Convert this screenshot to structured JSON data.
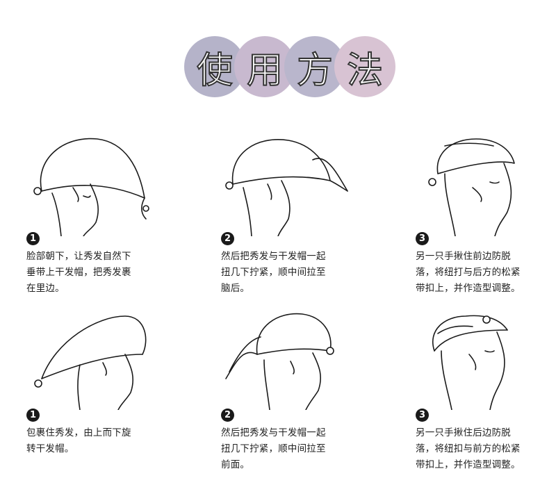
{
  "title": {
    "chars": [
      "使",
      "用",
      "方",
      "法"
    ],
    "colors": [
      "#b5b3c9",
      "#c8b9cf",
      "#b9b6cc",
      "#d8c3d3"
    ]
  },
  "steps": [
    {
      "number": "1",
      "text": "脸部朝下，让秀发自然下\n垂带上干发帽，把秀发裹\n在里边。"
    },
    {
      "number": "2",
      "text": "然后把秀发与干发帽一起\n扭几下拧紧，顺中间拉至\n脑后。"
    },
    {
      "number": "3",
      "text": "另一只手揪住前边防脱\n落，将纽打与后方的松紧\n带扣上，并作造型调整。"
    },
    {
      "number": "1",
      "text": "包裹住秀发，由上而下旋\n转干发帽。"
    },
    {
      "number": "2",
      "text": "然后把秀发与干发帽一起\n扭几下拧紧，顺中间拉至\n前面。"
    },
    {
      "number": "3",
      "text": "另一只手揪住后边防脱\n落，将纽扣与前方的松紧\n带扣上，并作造型调整。"
    }
  ],
  "icons": [
    "head-towel-step1-icon",
    "head-towel-step2-icon",
    "head-towel-step3-icon",
    "head-towel-alt-step1-icon",
    "head-towel-alt-step2-icon",
    "head-towel-alt-step3-icon"
  ]
}
